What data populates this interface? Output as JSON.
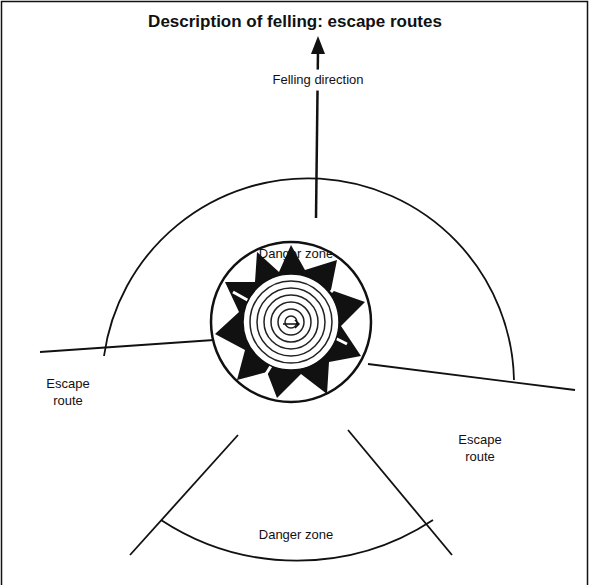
{
  "diagram": {
    "title": "Description of felling: escape routes",
    "labels": [
      "Felling direction",
      "Danger zone",
      "Escape route",
      "Escape route",
      "Danger zone"
    ]
  }
}
